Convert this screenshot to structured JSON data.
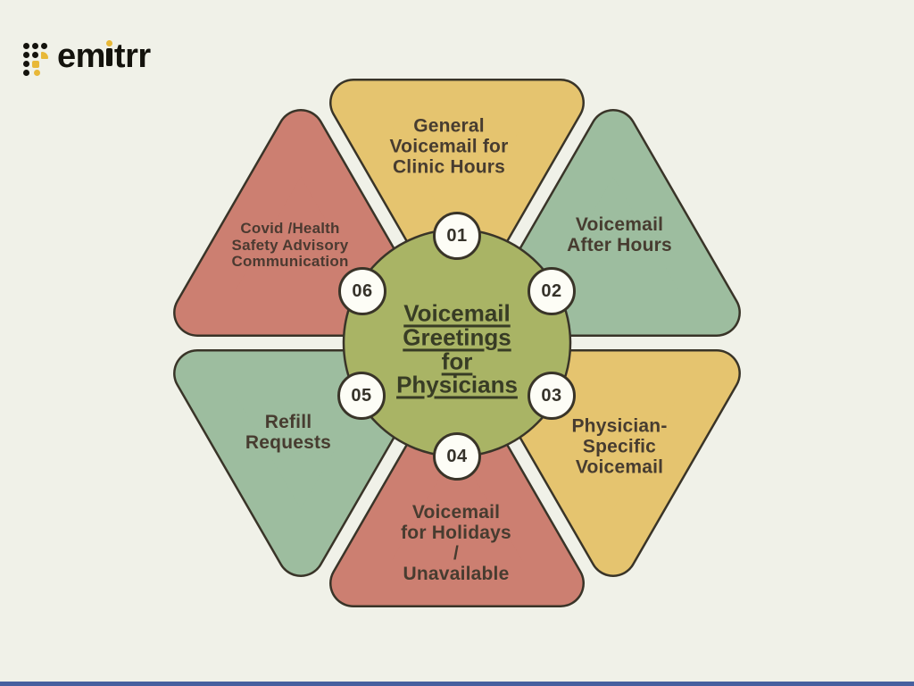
{
  "theme": {
    "background": "#f0f1e8",
    "border_color": "#393428",
    "slice_text_color": "#473c30",
    "badge_bg": "#fdfdf6",
    "bottom_bar": "#47609f",
    "logo_accent": "#e8b838",
    "logo_text_color": "#14130d"
  },
  "logo": {
    "text": "emitrr",
    "part_before_i": "em",
    "part_after_i": "trr"
  },
  "diagram": {
    "center": {
      "fill": "#a9b465",
      "lines": [
        "Voicemail",
        "Greetings",
        "for",
        "Physicians"
      ]
    },
    "slices": [
      {
        "num": "01",
        "label": "General\nVoicemail for\nClinic Hours",
        "color": "#e5c46f",
        "position": "top"
      },
      {
        "num": "02",
        "label": "Voicemail\nAfter Hours",
        "color": "#9dbd9f",
        "position": "upper-right"
      },
      {
        "num": "03",
        "label": "Physician-\nSpecific\nVoicemail",
        "color": "#e5c46f",
        "position": "lower-right"
      },
      {
        "num": "04",
        "label": "Voicemail\nfor Holidays\n/\nUnavailable",
        "color": "#cc7f71",
        "position": "bottom"
      },
      {
        "num": "05",
        "label": "Refill\nRequests",
        "color": "#9dbd9f",
        "position": "lower-left"
      },
      {
        "num": "06",
        "label": "Covid /Health\nSafety Advisory\nCommunication",
        "color": "#cc7f71",
        "position": "upper-left"
      }
    ]
  }
}
